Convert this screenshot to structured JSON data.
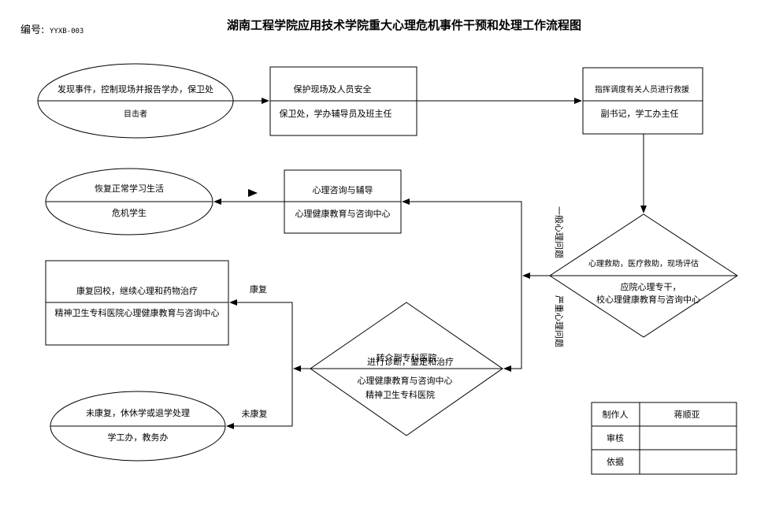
{
  "header": {
    "code_label": "编号:",
    "code_value": "YYXB-003",
    "title": "湖南工程学院应用技术学院重大心理危机事件干预和处理工作流程图"
  },
  "nodes": {
    "discover": {
      "top": "发现事件，控制现场并报告学办，保卫处",
      "bottom": "目击者"
    },
    "protect": {
      "top": "保护现场及人员安全",
      "bottom": "保卫处，学办辅导员及班主任"
    },
    "command": {
      "top": "指挥调度有关人员进行救援",
      "bottom": "副书记，学工办主任"
    },
    "assess": {
      "top": "心理救助，医疗救助，现场评估",
      "bottom_line1": "应院心理专干，",
      "bottom_line2": "校心理健康教育与咨询中心"
    },
    "counsel": {
      "top": "心理咨询与辅导",
      "bottom": "心理健康教育与咨询中心"
    },
    "resume": {
      "top": "恢复正常学习生活",
      "bottom": "危机学生"
    },
    "refer": {
      "top_overlap1": "转介到专科医院",
      "top_overlap2": "进行诊断，鉴定和治疗",
      "bottom_line1": "心理健康教育与咨询中心",
      "bottom_line2": "精神卫生专科医院"
    },
    "recover": {
      "top": "康复回校，继续心理和药物治疗",
      "bottom": "精神卫生专科医院心理健康教育与咨询中心"
    },
    "not_recover": {
      "top": "未康复，休休学或退学处理",
      "bottom": "学工办，教务办"
    }
  },
  "edge_labels": {
    "general": "一般心理问题",
    "severe": "严重心理问题",
    "recovered": "康复",
    "not_recovered": "未康复"
  },
  "signoff": {
    "rows": [
      {
        "label": "制作人",
        "value": "蒋顺亚"
      },
      {
        "label": "审核",
        "value": ""
      },
      {
        "label": "依据",
        "value": ""
      }
    ]
  }
}
